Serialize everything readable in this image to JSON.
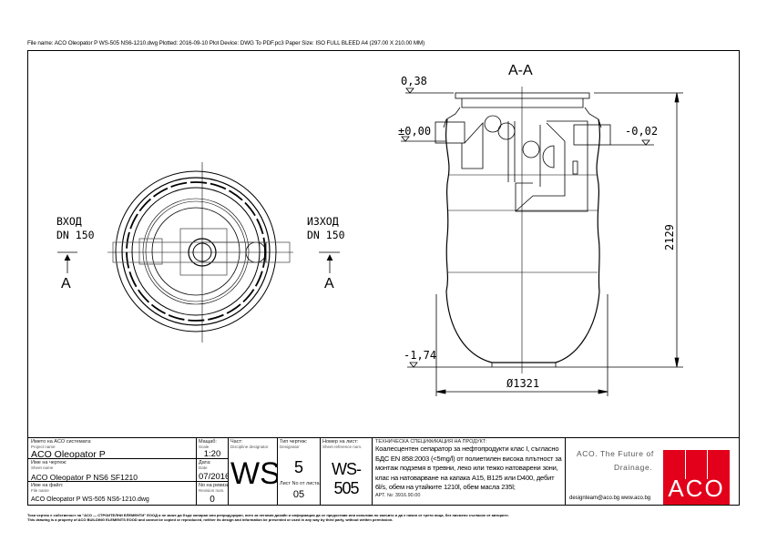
{
  "header": {
    "file_info": "File name: ACO Oleopator P WS-505 NS6-1210.dwg   Plotted: 2016-09-10   Plot Device: DWG To PDF.pc3   Paper Size: ISO FULL BLEED A4 (297.00 X 210.00 MM)"
  },
  "plan_view": {
    "inlet_label": "ВХОД",
    "inlet_dn": "DN 150",
    "outlet_label": "ИЗХОД",
    "outlet_dn": "DN 150",
    "section_mark_left": "A",
    "section_mark_right": "A"
  },
  "section_view": {
    "title": "A-A",
    "level_top": "0,38",
    "level_inlet": "±0,00",
    "level_outlet": "-0,02",
    "level_bottom": "-1,74",
    "height_dim": "2129",
    "diameter_dim": "Ø1321"
  },
  "title_block": {
    "project_label": "Името на ACO системата:",
    "project_sub": "Project name",
    "project_value": "ACO Oleopator P",
    "scale_label": "Мащаб:",
    "scale_sub": "Scale",
    "scale_value": "1:20",
    "sheet_label": "Име на чертеж:",
    "sheet_sub": "Sheet name",
    "sheet_value": "ACO Oleopator P NS6 SF1210",
    "date_label": "Дата:",
    "date_sub": "Date",
    "date_value": "07/2016",
    "file_label": "Име на файл:",
    "file_sub": "File name",
    "file_value": "ACO Oleopator P WS-505 NS6-1210.dwg",
    "revision_label": "No на ревизия:",
    "revision_sub": "Revision num.",
    "revision_value": "0",
    "discipline_label": "Част:",
    "discipline_sub": "Discipline designator",
    "discipline_value": "WS",
    "designator_label": "Тип чертеж:",
    "designator_sub": "Designator",
    "designator_value": "5",
    "sheetno_label": "Лист No от листа:",
    "sheetno_value": "05",
    "sheetref_label": "Номер на лист:",
    "sheetref_sub": "Sheet reference num.",
    "sheetref_value": "WS-505",
    "spec_label": "ТЕХНИЧЕСКА СПЕЦИФИКАЦИЯ НА ПРОДУКТ:",
    "spec_text": "Коалесцентен сепаратор за нефтопродукти клас I, съгласно БДС EN 858:2003 (<5mg/l) от полиетилен висока плътност за монтаж подземя в тревни, леко или тежко натоварени зони, клас на натоварване на капака A15, B125 или D400, дебит 6l/s, обем на утайките 1210l, обем масла 235l;",
    "article": "АРТ. №: 3916.90.00",
    "slogan_line1": "ACO. The Future of",
    "slogan_line2": "Drainage.",
    "contact": "designteam@aco.bg  www.aco.bg",
    "logo_text": "ACO"
  },
  "footer": {
    "line_bg": "Този чертеж е собственост на \"ACO — СТРОИТЕЛНИ ЕЛЕМЕНТИ\" ЕООД и не може да бъде копиран или репродуциран, нито за неговия дизайн и информация да се предоставя или използва по какъвто и да е начин от трети лица, без писмено съгласие от авторите.",
    "line_en": "This drawing is a property of ACO BUILDING ELEMENTS EOOD and cannot be copied or reproduced, neither its design and information be presented or used in any way by third party, without written permission."
  },
  "colors": {
    "logo_red": "#e3001b"
  }
}
